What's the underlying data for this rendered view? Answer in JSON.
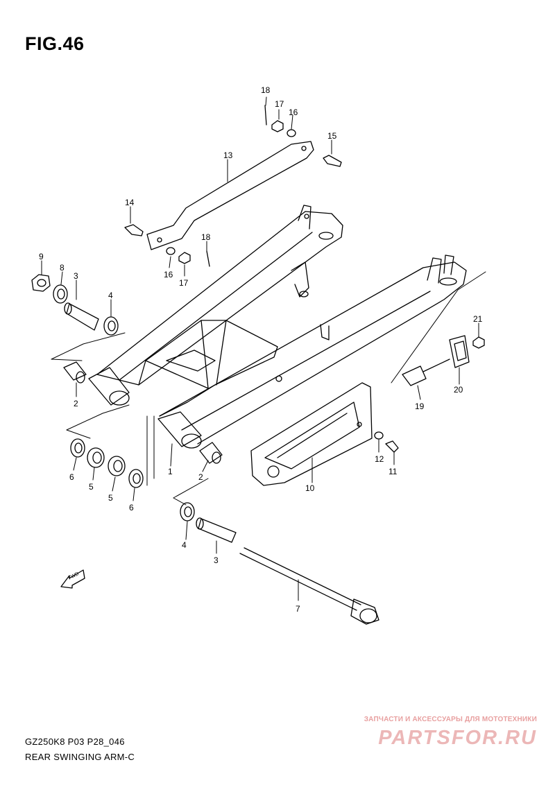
{
  "figure": {
    "title": "FIG.46",
    "model_code": "GZ250K8 P03 P28_046",
    "caption": "REAR SWINGING ARM-C"
  },
  "watermark": {
    "tagline": "ЗАПЧАСТИ И АКСЕССУАРЫ ДЛЯ МОТОТЕХНИКИ",
    "brand": "PARTSFOR.RU",
    "color": "#e8a0a0"
  },
  "direction_arrow": {
    "label": "FWD"
  },
  "callouts": [
    {
      "id": "c18a",
      "text": "18"
    },
    {
      "id": "c17a",
      "text": "17"
    },
    {
      "id": "c16a",
      "text": "16"
    },
    {
      "id": "c15",
      "text": "15"
    },
    {
      "id": "c13",
      "text": "13"
    },
    {
      "id": "c14",
      "text": "14"
    },
    {
      "id": "c18b",
      "text": "18"
    },
    {
      "id": "c16b",
      "text": "16"
    },
    {
      "id": "c17b",
      "text": "17"
    },
    {
      "id": "c9",
      "text": "9"
    },
    {
      "id": "c8",
      "text": "8"
    },
    {
      "id": "c3a",
      "text": "3"
    },
    {
      "id": "c4a",
      "text": "4"
    },
    {
      "id": "c21",
      "text": "21"
    },
    {
      "id": "c2a",
      "text": "2"
    },
    {
      "id": "c19",
      "text": "19"
    },
    {
      "id": "c20",
      "text": "20"
    },
    {
      "id": "c1",
      "text": "1"
    },
    {
      "id": "c2b",
      "text": "2"
    },
    {
      "id": "c6a",
      "text": "6"
    },
    {
      "id": "c5a",
      "text": "5"
    },
    {
      "id": "c5b",
      "text": "5"
    },
    {
      "id": "c6b",
      "text": "6"
    },
    {
      "id": "c12",
      "text": "12"
    },
    {
      "id": "c11",
      "text": "11"
    },
    {
      "id": "c10",
      "text": "10"
    },
    {
      "id": "c4b",
      "text": "4"
    },
    {
      "id": "c3b",
      "text": "3"
    },
    {
      "id": "c7",
      "text": "7"
    }
  ]
}
